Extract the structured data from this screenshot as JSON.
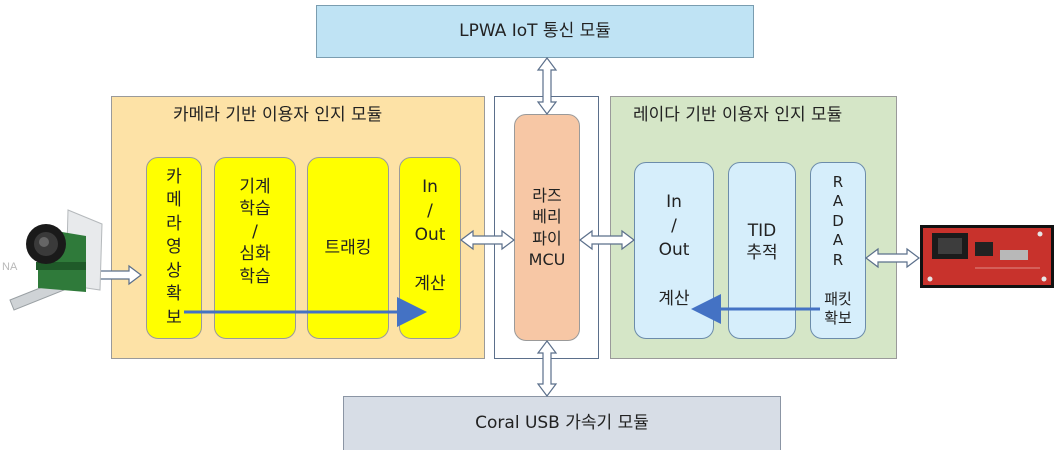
{
  "top_module": "LPWA IoT 통신 모듈",
  "bottom_module": "Coral USB 가속기 모듈",
  "camera_module": {
    "title": "카메라 기반 이용자 인지 모듈",
    "block_capture": "카\n메\n라\n영\n상\n확\n보",
    "block_learning": "기계\n학습\n/\n심화\n학습",
    "block_tracking": "트래킹",
    "block_inout": "In\n/\nOut\n\n계산"
  },
  "mcu": {
    "label": "라즈\n베리\n파이\nMCU"
  },
  "radar_module": {
    "title": "레이다 기반 이용자 인지 모듈",
    "block_inout": "In\n/\nOut\n\n계산",
    "block_tid": "TID\n추적",
    "block_radar": "R\nA\nD\nA\nR\n\n패킷\n확보"
  },
  "colors": {
    "lpwa_fill": "#bfe3f4",
    "coral_fill": "#d7dde6",
    "camera_fill": "#fde2a6",
    "radar_fill": "#d5e6c7",
    "yellow_block": "#ffff00",
    "blue_block": "#d6eefb",
    "mcu_fill": "#f7c7a5",
    "flow_arrow": "#4472c4"
  }
}
